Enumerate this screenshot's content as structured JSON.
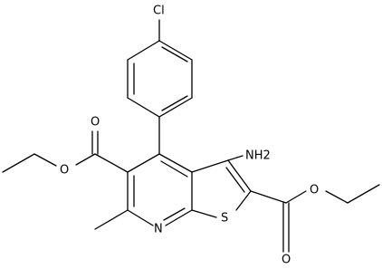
{
  "molecule": {
    "atoms": {
      "cl": "Cl",
      "nh2": "NH2",
      "n": "N",
      "s": "S",
      "o1": "O",
      "o2": "O",
      "o3": "O",
      "o4": "O"
    }
  },
  "colors": {
    "bond": "#000000",
    "background": "#ffffff",
    "label": "#000000"
  }
}
